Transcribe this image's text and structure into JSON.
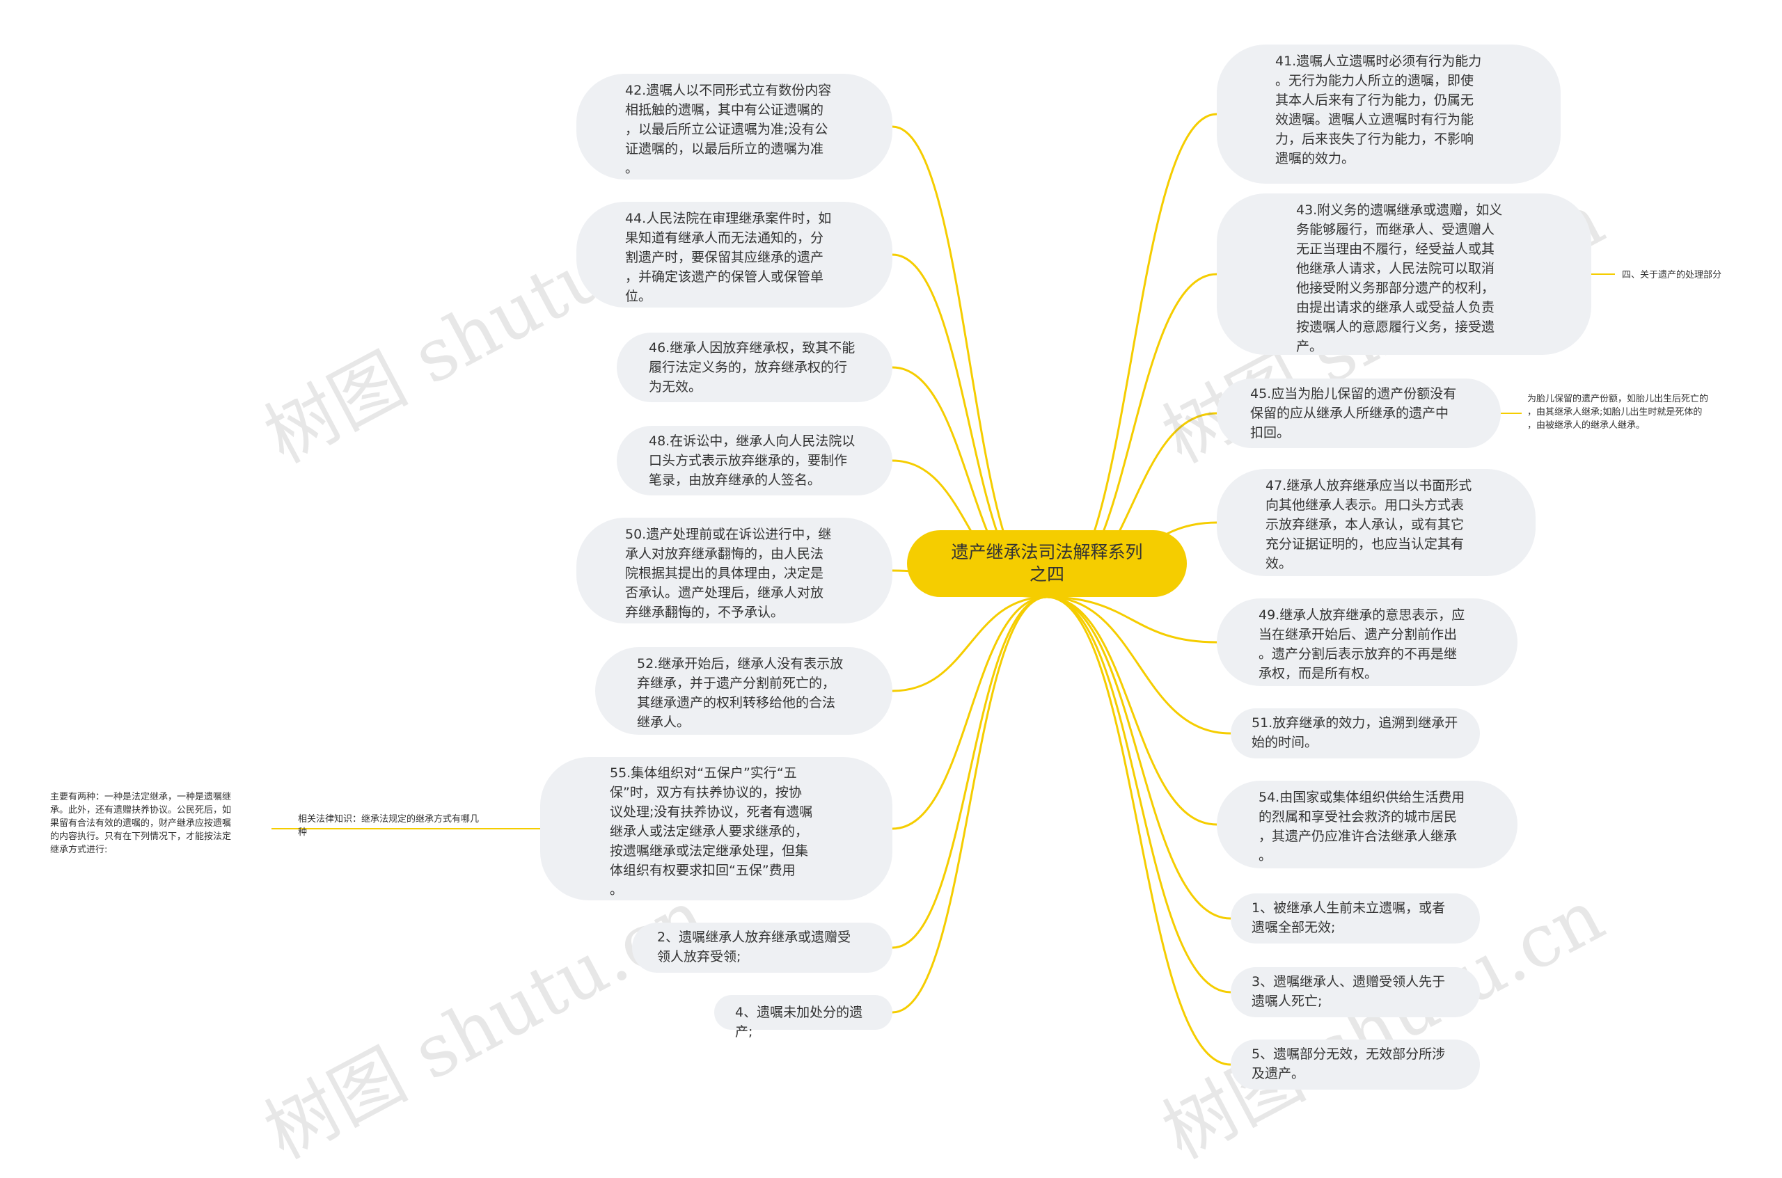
{
  "root": {
    "title": "遗产继承法司法解释系列\n之四"
  },
  "left_nodes": [
    {
      "id": "n42",
      "text": "42.遗嘱人以不同形式立有数份内容\n相抵触的遗嘱，其中有公证遗嘱的\n，以最后所立公证遗嘱为准;没有公\n证遗嘱的，以最后所立的遗嘱为准\n。"
    },
    {
      "id": "n44",
      "text": "44.人民法院在审理继承案件时，如\n果知道有继承人而无法通知的，分\n割遗产时，要保留其应继承的遗产\n，并确定该遗产的保管人或保管单\n位。"
    },
    {
      "id": "n46",
      "text": "46.继承人因放弃继承权，致其不能\n履行法定义务的，放弃继承权的行\n为无效。"
    },
    {
      "id": "n48",
      "text": "48.在诉讼中，继承人向人民法院以\n口头方式表示放弃继承的，要制作\n笔录，由放弃继承的人签名。"
    },
    {
      "id": "n50",
      "text": "50.遗产处理前或在诉讼进行中，继\n承人对放弃继承翻悔的，由人民法\n院根据其提出的具体理由，决定是\n否承认。遗产处理后，继承人对放\n弃继承翻悔的，不予承认。"
    },
    {
      "id": "n52",
      "text": "52.继承开始后，继承人没有表示放\n弃继承，并于遗产分割前死亡的，\n其继承遗产的权利转移给他的合法\n继承人。"
    },
    {
      "id": "n55",
      "text": "55.集体组织对“五保户”实行“五\n保”时，双方有扶养协议的，按协\n议处理;没有扶养协议，死者有遗嘱\n继承人或法定继承人要求继承的，\n按遗嘱继承或法定继承处理，但集\n体组织有权要求扣回“五保”费用\n。"
    },
    {
      "id": "n2",
      "text": "2、遗嘱继承人放弃继承或遗赠受\n领人放弃受领;"
    },
    {
      "id": "n4",
      "text": "4、遗嘱未加处分的遗产;"
    }
  ],
  "right_nodes": [
    {
      "id": "n41",
      "text": "41.遗嘱人立遗嘱时必须有行为能力\n。无行为能力人所立的遗嘱，即使\n其本人后来有了行为能力，仍属无\n效遗嘱。遗嘱人立遗嘱时有行为能\n力，后来丧失了行为能力，不影响\n遗嘱的效力。"
    },
    {
      "id": "n43",
      "text": "43.附义务的遗嘱继承或遗赠，如义\n务能够履行，而继承人、受遗赠人\n无正当理由不履行，经受益人或其\n他继承人请求，人民法院可以取消\n他接受附义务那部分遗产的权利，\n由提出请求的继承人或受益人负责\n按遗嘱人的意愿履行义务，接受遗\n产。"
    },
    {
      "id": "n45",
      "text": "45.应当为胎儿保留的遗产份额没有\n保留的应从继承人所继承的遗产中\n扣回。"
    },
    {
      "id": "n47",
      "text": "47.继承人放弃继承应当以书面形式\n向其他继承人表示。用口头方式表\n示放弃继承，本人承认，或有其它\n充分证据证明的，也应当认定其有\n效。"
    },
    {
      "id": "n49",
      "text": "49.继承人放弃继承的意思表示，应\n当在继承开始后、遗产分割前作出\n。遗产分割后表示放弃的不再是继\n承权，而是所有权。"
    },
    {
      "id": "n51",
      "text": "51.放弃继承的效力，追溯到继承开\n始的时间。"
    },
    {
      "id": "n54",
      "text": "54.由国家或集体组织供给生活费用\n的烈属和享受社会救济的城市居民\n，其遗产仍应准许合法继承人继承\n。"
    },
    {
      "id": "n1",
      "text": "1、被继承人生前未立遗嘱，或者\n遗嘱全部无效;"
    },
    {
      "id": "n3",
      "text": "3、遗嘱继承人、遗赠受领人先于\n遗嘱人死亡;"
    },
    {
      "id": "n5",
      "text": "5、遗嘱部分无效，无效部分所涉\n及遗产。"
    }
  ],
  "annotations": {
    "n43_note": "四、关于遗产的处理部分",
    "n45_note": "为胎儿保留的遗产份额，如胎儿出生后死亡的\n，由其继承人继承;如胎儿出生时就是死体的\n，由被继承人的继承人继承。",
    "n55_note": "相关法律知识：继承法规定的继承方式有哪几\n种",
    "n55_detail": "主要有两种：一种是法定继承，一种是遗嘱继\n承。此外，还有遗赠扶养协议。公民死后，如\n果留有合法有效的遗嘱的，财产继承应按遗嘱\n的内容执行。只有在下列情况下，才能按法定\n继承方式进行:"
  },
  "watermark": "树图 shutu.cn",
  "colors": {
    "line": "#f5cd00",
    "root_fill": "#f5cd00",
    "node_fill": "#eef0f3",
    "text": "#333333"
  }
}
